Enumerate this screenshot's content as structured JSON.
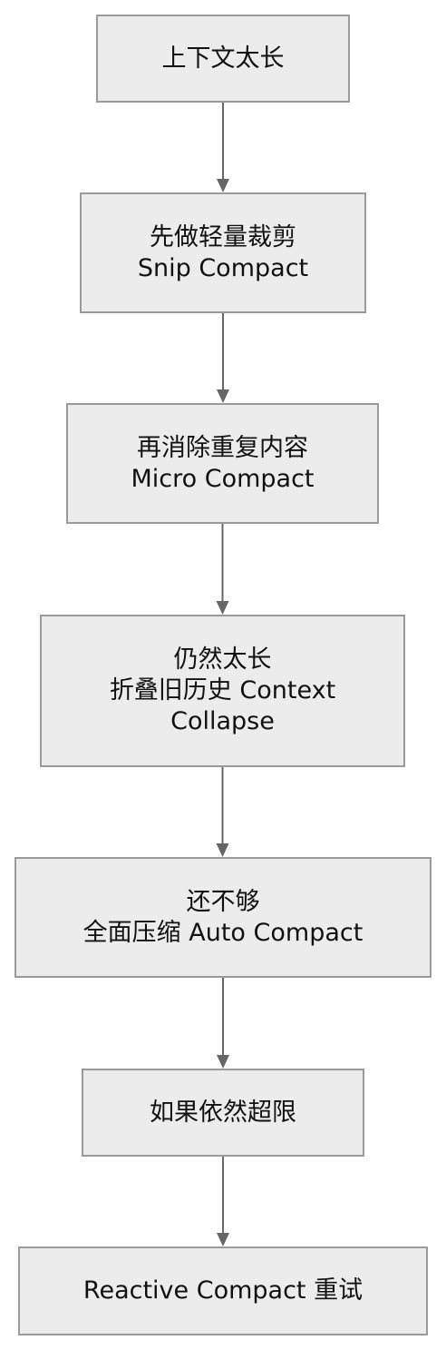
{
  "nodes": [
    {
      "id": "n1",
      "lines": [
        "上下文太长"
      ]
    },
    {
      "id": "n2",
      "lines": [
        "先做轻量裁剪",
        "Snip Compact"
      ]
    },
    {
      "id": "n3",
      "lines": [
        "再消除重复内容",
        "Micro Compact"
      ]
    },
    {
      "id": "n4",
      "lines": [
        "仍然太长",
        "折叠旧历史 Context",
        "Collapse"
      ]
    },
    {
      "id": "n5",
      "lines": [
        "还不够",
        "全面压缩 Auto Compact"
      ]
    },
    {
      "id": "n6",
      "lines": [
        "如果依然超限"
      ]
    },
    {
      "id": "n7",
      "lines": [
        "Reactive Compact 重试"
      ]
    }
  ],
  "edges": [
    {
      "from": "n1",
      "to": "n2"
    },
    {
      "from": "n2",
      "to": "n3"
    },
    {
      "from": "n3",
      "to": "n4"
    },
    {
      "from": "n4",
      "to": "n5"
    },
    {
      "from": "n5",
      "to": "n6"
    },
    {
      "from": "n6",
      "to": "n7"
    }
  ],
  "colors": {
    "node_fill": "#ececec",
    "node_border": "#9a9a9a",
    "edge": "#666666",
    "text": "#111111"
  }
}
